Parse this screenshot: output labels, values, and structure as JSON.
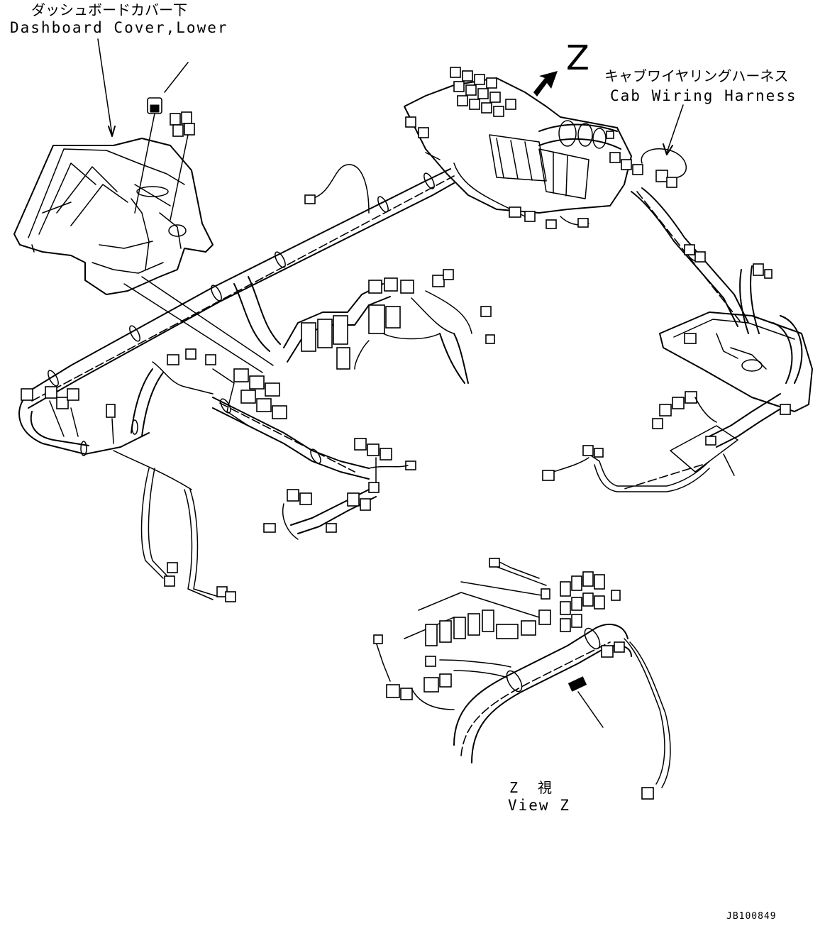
{
  "labels": {
    "dashboard_cover_jp": "ダッシュボードカバー下",
    "dashboard_cover_en": "Dashboard Cover,Lower",
    "view_marker": "Z",
    "cab_harness_jp": "キャブワイヤリングハーネス",
    "cab_harness_en": "Cab Wiring Harness",
    "view_z_jp": "Z　視",
    "view_z_en": "View Z",
    "drawing_code": "JB100849"
  },
  "colors": {
    "line": "#000000",
    "background": "#ffffff"
  }
}
